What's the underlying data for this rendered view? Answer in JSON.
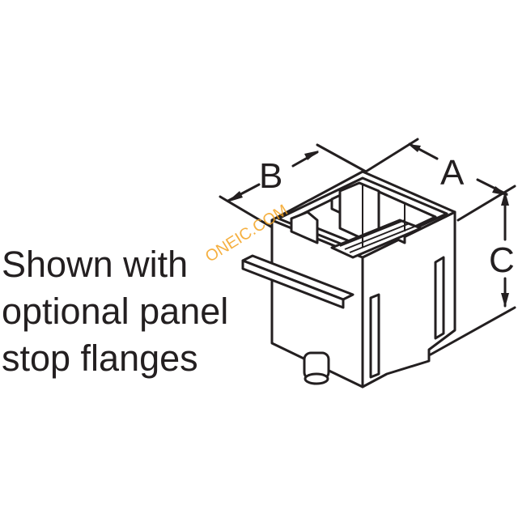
{
  "caption": {
    "lines": [
      "Shown with",
      "optional panel",
      "stop flanges"
    ]
  },
  "dimensions": {
    "a": "A",
    "b": "B",
    "c": "C"
  },
  "watermark": "ONEIC.COM",
  "colors": {
    "line": "#231f20",
    "watermark": "#f4a320"
  }
}
